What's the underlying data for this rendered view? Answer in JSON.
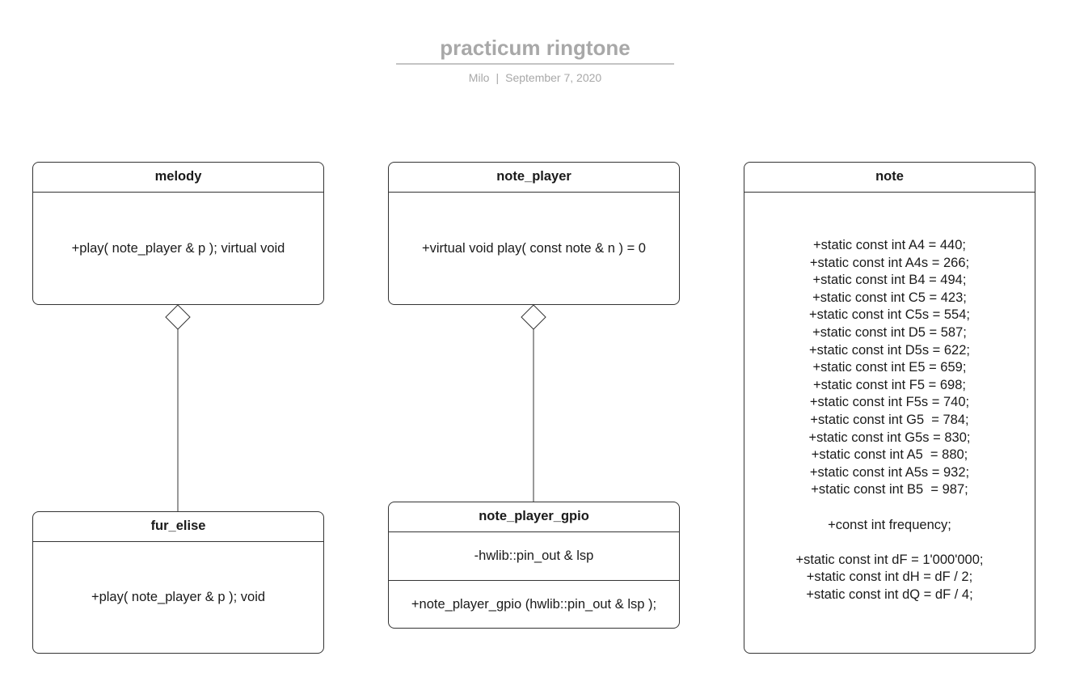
{
  "document": {
    "title": "practicum ringtone",
    "author": "Milo",
    "separator": "|",
    "date": "September 7, 2020"
  },
  "classes": {
    "melody": {
      "name": "melody",
      "methods": [
        "+play( note_player & p ); virtual void"
      ]
    },
    "fur_elise": {
      "name": "fur_elise",
      "methods": [
        "+play( note_player & p ); void"
      ]
    },
    "note_player": {
      "name": "note_player",
      "methods": [
        "+virtual void play( const note & n ) = 0"
      ]
    },
    "note_player_gpio": {
      "name": "note_player_gpio",
      "attributes": [
        "-hwlib::pin_out & lsp"
      ],
      "methods": [
        "+note_player_gpio (hwlib::pin_out & lsp );"
      ]
    },
    "note": {
      "name": "note",
      "members": [
        "+static const int A4 = 440;",
        "+static const int A4s = 266;",
        "+static const int B4 = 494;",
        "+static const int C5 = 423;",
        "+static const int C5s = 554;",
        "+static const int D5 = 587;",
        "+static const int D5s = 622;",
        "+static const int E5 = 659;",
        "+static const int F5 = 698;",
        "+static const int F5s = 740;",
        "+static const int G5  = 784;",
        "+static const int G5s = 830;",
        "+static const int A5  = 880;",
        "+static const int A5s = 932;",
        "+static const int B5  = 987;",
        "",
        "+const int frequency;",
        "",
        "+static const int dF = 1'000'000;",
        "+static const int dH = dF / 2;",
        "+static const int dQ = dF / 4;"
      ]
    }
  },
  "relations": [
    {
      "from": "fur_elise",
      "to": "melody",
      "type": "aggregation"
    },
    {
      "from": "note_player_gpio",
      "to": "note_player",
      "type": "aggregation"
    }
  ],
  "colors": {
    "line": "#333333",
    "title": "#a8a8a8",
    "text": "#1a1a1a"
  }
}
